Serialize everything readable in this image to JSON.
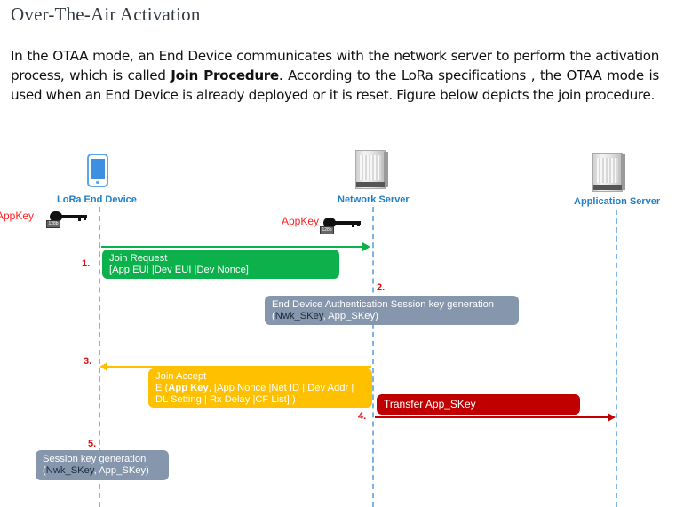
{
  "page": {
    "title": "Over-The-Air Activation",
    "paragraph": {
      "before_bold": "In the OTAA mode, an End Device communicates with the network server to perform the activation process, which is called ",
      "bold": "Join Procedure",
      "after_bold": ". According to the LoRa specifications , the OTAA mode is used when an End Device is already deployed or it is reset. Figure below depicts the join procedure."
    }
  },
  "diagram": {
    "actors": {
      "end_device": "LoRa End Device",
      "network_server": "Network Server",
      "application_server": "Application Server"
    },
    "key_labels": {
      "device_key": "AppKey",
      "server_key": "AppKey",
      "key_tag": "128b"
    },
    "steps": {
      "s1": "1.",
      "s2": "2.",
      "s3": "3.",
      "s4": "4.",
      "s5": "5."
    },
    "messages": {
      "join_request": {
        "line1": "Join Request",
        "line2": "[App EUI |Dev EUI |Dev Nonce]"
      },
      "auth": {
        "line1": "End Device Authentication Session key generation",
        "line2_open": "(",
        "line2_dark": "Nwk_SKey",
        "line2_rest": ", App_SKey)"
      },
      "join_accept": {
        "line1": "Join Accept",
        "line2_pre": "E (",
        "line2_bold": "App Key",
        "line2_rest": ", [App Nonce |Net ID | Dev Addr |",
        "line3": "DL Setting | Rx Delay |CF List] )"
      },
      "transfer": "Transfer  App_SKey",
      "session": {
        "line1": "Session key generation",
        "line2_open": "(",
        "line2_dark": "Nwk_SKey",
        "line2_rest": ", App_SKey)"
      }
    },
    "colors": {
      "join_request": "#0db14b",
      "auth": "#8596ad",
      "join_accept": "#ffc000",
      "transfer": "#c00000",
      "lifeline": "#7fb3e3",
      "actor_label": "#1f7fc8",
      "step_label": "#e01010"
    }
  }
}
